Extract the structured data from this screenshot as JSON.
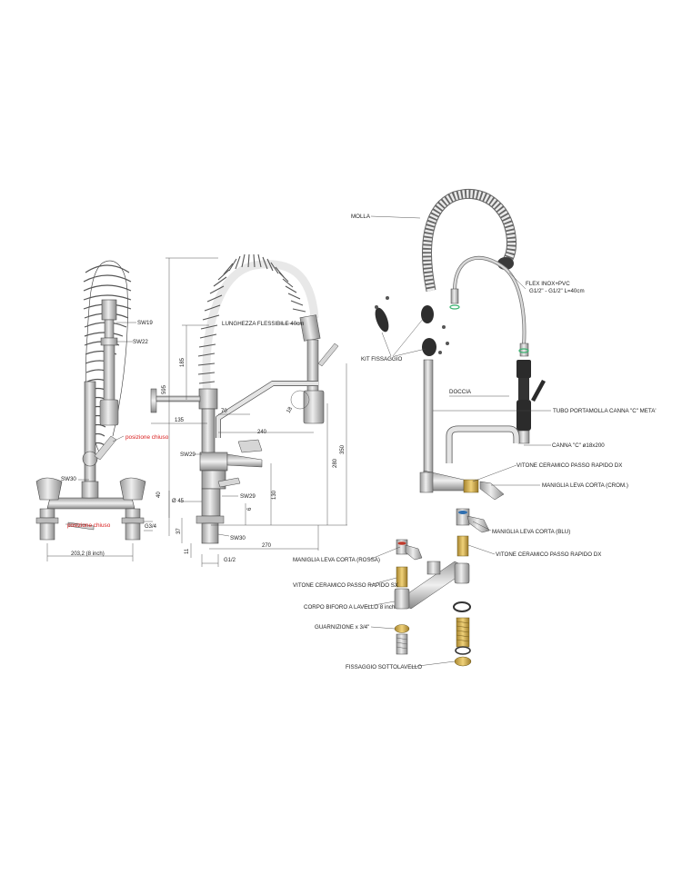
{
  "front_view": {
    "labels": {
      "sw19": "SW19",
      "sw22": "SW22",
      "sw30": "SW30",
      "closed_top": "posizione chiuso",
      "closed_bottom": "posizione chiuso"
    },
    "dims": {
      "width": "203,2  (8 inch)",
      "g34": "G3/4"
    }
  },
  "side_view": {
    "labels": {
      "hose": "LUNGHEZZA FLESSIBILE 40cm",
      "sw29_upper": "SW29",
      "sw29_lower": "SW29",
      "sw30": "SW30"
    },
    "dims": {
      "d595": "595",
      "d185": "185",
      "d135": "135",
      "d70": "70",
      "d240": "240",
      "d350": "350",
      "d280": "280",
      "d130": "130",
      "d40": "40",
      "d45": "Ø 45",
      "d6": "6",
      "d37": "37",
      "d11": "11",
      "d270": "270",
      "g12": "G1/2",
      "d18": "18"
    }
  },
  "exploded_view": {
    "labels": {
      "molla": "MOLLA",
      "flex": "FLEX INOX+PVC",
      "flex_spec": "G1/2\" - G1/2\" L=40cm",
      "kit": "KIT FISSAGGIO",
      "doccia": "DOCCIA",
      "tubo": "TUBO PORTAMOLLA CANNA \"C\" META'",
      "canna": "CANNA \"C\" ø18x200",
      "vitone_dx_top": "VITONE CERAMICO PASSO RAPIDO DX",
      "maniglia_crom": "MANIGLIA LEVA CORTA (CROM.)",
      "maniglia_blu": "MANIGLIA LEVA CORTA (BLU)",
      "vitone_dx": "VITONE CERAMICO PASSO RAPIDO DX",
      "maniglia_rossa": "MANIGLIA LEVA CORTA (ROSSA)",
      "vitone_sx": "VITONE CERAMICO PASSO RAPIDO SX",
      "corpo": "CORPO BIFORO A LAVELLO 8 inch",
      "guarnizione": "GUARNIZIONE x 3/4\"",
      "fissaggio": "FISSAGGIO SOTTOLAVELLO"
    }
  },
  "colors": {
    "annotation_red": "#d81b1b",
    "handle_red": "#c0392b",
    "handle_blue": "#2f6fb0",
    "brass": "#c9a24a",
    "seal_green": "#3cb371"
  }
}
